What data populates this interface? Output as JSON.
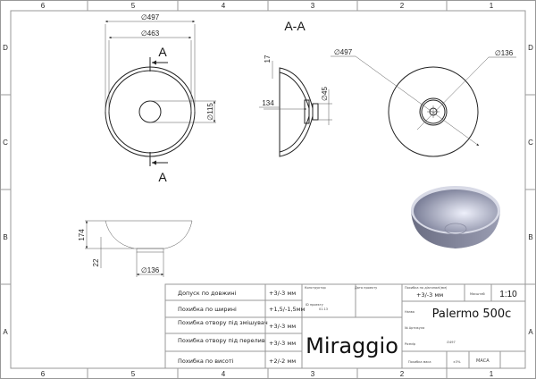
{
  "grid": {
    "columns": [
      "6",
      "5",
      "4",
      "3",
      "2",
      "1"
    ],
    "rows": [
      "D",
      "C",
      "B",
      "A"
    ]
  },
  "views": {
    "top": {
      "d_outer": "∅497",
      "d_inner": "∅463",
      "d_hole": "∅115",
      "section_mark": "A"
    },
    "section": {
      "title": "A-A",
      "rim": "17",
      "depth": "134",
      "drain": "∅45"
    },
    "bottom": {
      "d_outer": "∅497",
      "d_drain": "∅136"
    },
    "side": {
      "height": "174",
      "foot": "22",
      "d_foot": "∅136"
    }
  },
  "title_block": {
    "tolerances": [
      {
        "label": "Допуск по довжині",
        "value": "+3/-3 мм"
      },
      {
        "label": "Похибка по ширині",
        "value": "+1,5/-1,5мм"
      },
      {
        "label": "Похибка отвору під змішувач",
        "value": "+3/-3 мм"
      },
      {
        "label": "Похибка отвору під перелив",
        "value": "+3/-3 мм"
      },
      {
        "label": "Похибка по висоті",
        "value": "+2/-2 мм"
      }
    ],
    "designer_label": "Конструктор",
    "date_label": "Дата проекту",
    "project_id_label": "ID проекту",
    "project_id": "01.13",
    "brand": "Miraggio",
    "diag_tol_label": "Похибка по діагоналі(мм)",
    "diag_tol": "+3/-3 мм",
    "scale_label": "Масштаб",
    "scale": "1:10",
    "name_label": "Назва",
    "name": "Palermo 500c",
    "article_label": "№ Артикула",
    "size_label": "Розмір",
    "size": "∅497",
    "mass_tol_label": "Похибка маса",
    "mass_tol": "±3%",
    "mass_label": "МАСА"
  }
}
